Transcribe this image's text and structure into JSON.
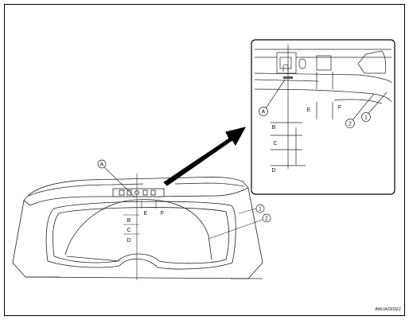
{
  "diagram": {
    "main_view": {
      "callout_A": "A",
      "callout_1": "1",
      "callout_2": "2",
      "dim_B": "B",
      "dim_C": "C",
      "dim_D": "D",
      "dim_E": "E",
      "dim_F": "F"
    },
    "detail_view": {
      "callout_A": "A",
      "callout_1": "1",
      "callout_2": "2",
      "dim_B": "B",
      "dim_C": "C",
      "dim_D": "D",
      "dim_E": "E",
      "dim_F": "F"
    },
    "figure_code": "AWLIA2309ZZ"
  }
}
